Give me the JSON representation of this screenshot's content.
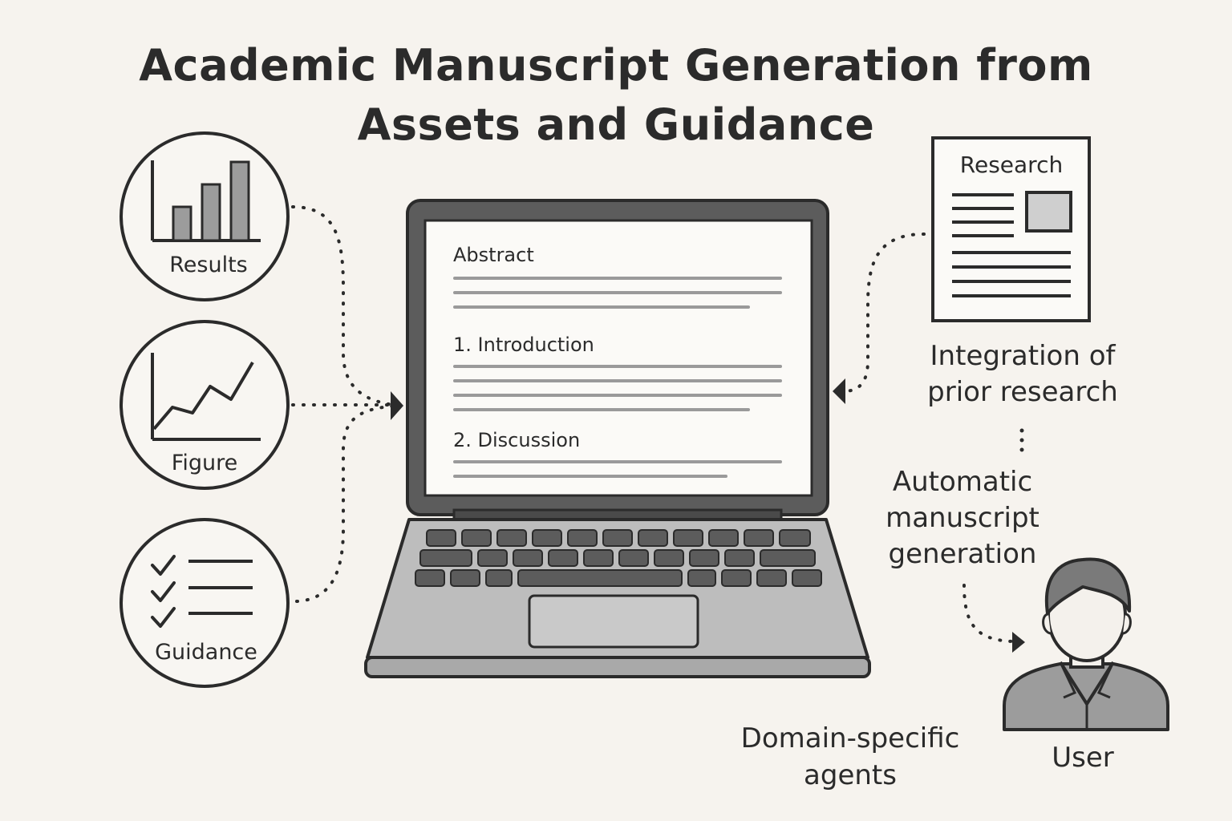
{
  "title": {
    "line1": "Academic Manuscript Generation from",
    "line2": "Assets and Guidance"
  },
  "inputs": {
    "results": {
      "label": "Results",
      "icon": "bar-chart-icon"
    },
    "figure": {
      "label": "Figure",
      "icon": "line-chart-icon"
    },
    "guidance": {
      "label": "Guidance",
      "icon": "checklist-icon"
    }
  },
  "manuscript": {
    "abstract": "Abstract",
    "introduction": "1. Introduction",
    "discussion": "2. Discussion"
  },
  "research": {
    "doc_title": "Research",
    "caption_line1": "Integration of",
    "caption_line2": "prior research"
  },
  "auto": {
    "line1": "Automatic",
    "line2": "manuscript",
    "line3": "generation"
  },
  "agents": {
    "line1": "Domain-specific",
    "line2": "agents"
  },
  "user": {
    "label": "User",
    "icon": "user-icon"
  },
  "colors": {
    "background": "#f6f3ee",
    "ink": "#2b2b2b",
    "laptop_gray": "#bdbdbd",
    "screen": "#fbfaf7"
  }
}
